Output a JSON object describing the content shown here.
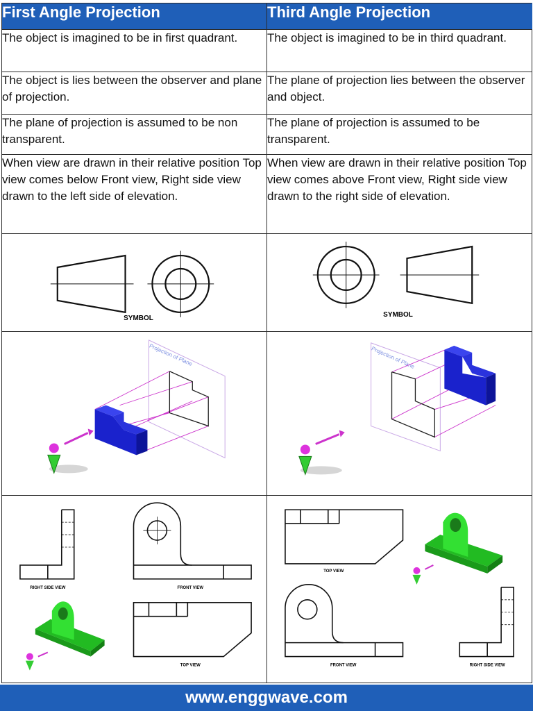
{
  "table": {
    "headers": [
      "First Angle Projection",
      "Third Angle Projection"
    ],
    "rows": [
      [
        "The object is imagined to be in first quadrant.",
        "The object is imagined to be in third quadrant."
      ],
      [
        "The object is lies between the observer and plane of projection.",
        "The plane of projection lies between the observer and object."
      ],
      [
        "The plane of projection is assumed to be non transparent.",
        "The plane of projection is assumed to be transparent."
      ],
      [
        "When view are drawn in their relative position Top view comes below Front view, Right side view drawn to the left side of elevation.",
        "When view are drawn in their relative position Top view comes above Front view, Right side view drawn to the right side of elevation."
      ]
    ]
  },
  "symbols": {
    "first": "SYMBOL",
    "third": "SYMBOL"
  },
  "plane_labels": {
    "first": "Projection of Plane",
    "third": "Projection of Plane"
  },
  "view_labels": {
    "first": {
      "right_side": "RIGHT SIDE VIEW",
      "front": "FRONT VIEW",
      "top": "TOP VIEW"
    },
    "third": {
      "top": "TOP VIEW",
      "front": "FRONT VIEW",
      "right_side": "RIGHT SIDE VIEW"
    }
  },
  "footer": {
    "url": "www.enggwave.com"
  },
  "colors": {
    "header_blue": "#1f5fb8",
    "block_blue": "#1a22cc",
    "part_green": "#33e033",
    "magenta": "#cc33cc"
  }
}
